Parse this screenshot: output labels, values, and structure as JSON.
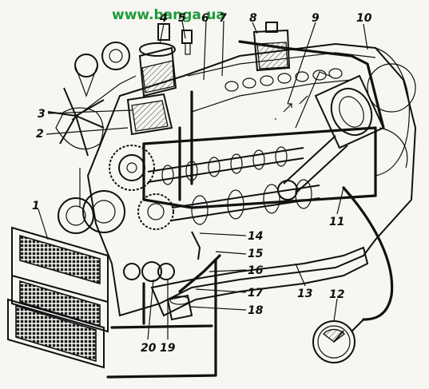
{
  "watermark": "www.banga.ua",
  "labels": [
    {
      "id": "1",
      "text": "1"
    },
    {
      "id": "2",
      "text": "2"
    },
    {
      "id": "3",
      "text": "3"
    },
    {
      "id": "4",
      "text": "4"
    },
    {
      "id": "5",
      "text": "5"
    },
    {
      "id": "6",
      "text": "6"
    },
    {
      "id": "7",
      "text": "7"
    },
    {
      "id": "8",
      "text": "8"
    },
    {
      "id": "9",
      "text": "9"
    },
    {
      "id": "10",
      "text": "10"
    },
    {
      "id": "11",
      "text": "11"
    },
    {
      "id": "12",
      "text": "12"
    },
    {
      "id": "13",
      "text": "13"
    },
    {
      "id": "14",
      "text": "14"
    },
    {
      "id": "15",
      "text": "15"
    },
    {
      "id": "16",
      "text": "16"
    },
    {
      "id": "17",
      "text": "17"
    },
    {
      "id": "18",
      "text": "18"
    },
    {
      "id": "19",
      "text": "19"
    },
    {
      "id": "20",
      "text": "20"
    }
  ]
}
